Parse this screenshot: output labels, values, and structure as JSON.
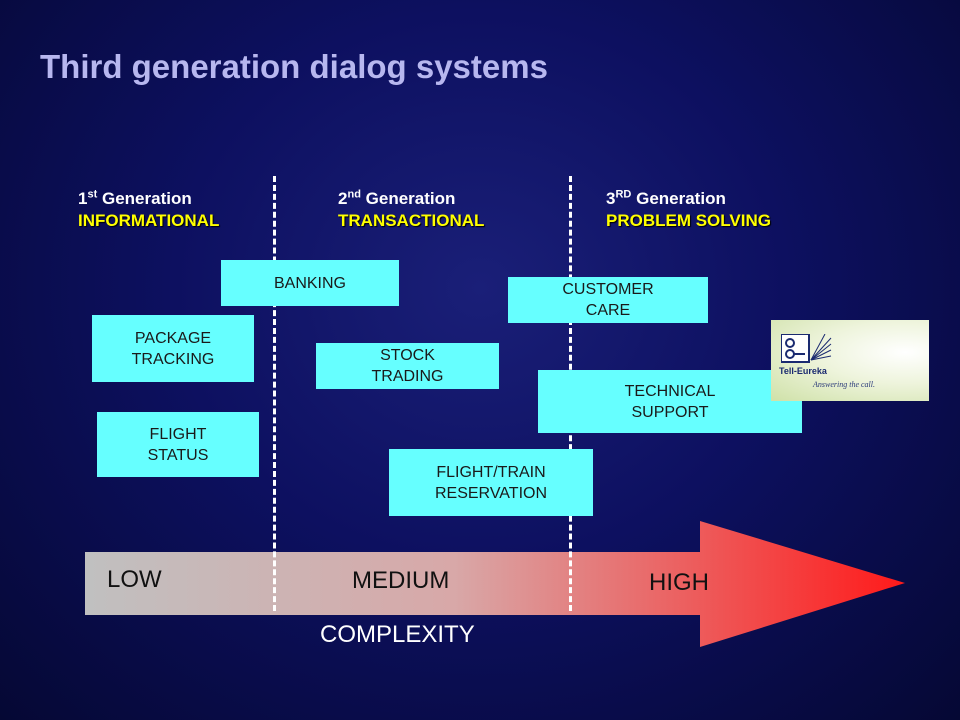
{
  "title": "Third generation dialog systems",
  "generations": [
    {
      "ordinal": "1",
      "suffix": "st",
      "label": "Generation",
      "type": "INFORMATIONAL"
    },
    {
      "ordinal": "2",
      "suffix": "nd",
      "label": "Generation",
      "type": "TRANSACTIONAL"
    },
    {
      "ordinal": "3",
      "suffix": "RD",
      "label": "Generation",
      "type": "PROBLEM SOLVING"
    }
  ],
  "applications": [
    {
      "line1": "BANKING",
      "line2": ""
    },
    {
      "line1": "CUSTOMER",
      "line2": "CARE"
    },
    {
      "line1": "PACKAGE",
      "line2": "TRACKING"
    },
    {
      "line1": "STOCK",
      "line2": "TRADING"
    },
    {
      "line1": "TECHNICAL",
      "line2": "SUPPORT"
    },
    {
      "line1": "FLIGHT",
      "line2": "STATUS"
    },
    {
      "line1": "FLIGHT/TRAIN",
      "line2": "RESERVATION"
    }
  ],
  "complexity": {
    "levels": [
      "LOW",
      "MEDIUM",
      "HIGH"
    ],
    "axis_label": "COMPLEXITY",
    "colors": {
      "start": "#c0c0c0",
      "end": "#ff2020"
    }
  },
  "logo": {
    "name": "Tell-Eureka",
    "tagline": "Answering the call."
  },
  "colors": {
    "title": "#b7b7ef",
    "box": "#66ffff",
    "generation_type": "#ffff00"
  }
}
